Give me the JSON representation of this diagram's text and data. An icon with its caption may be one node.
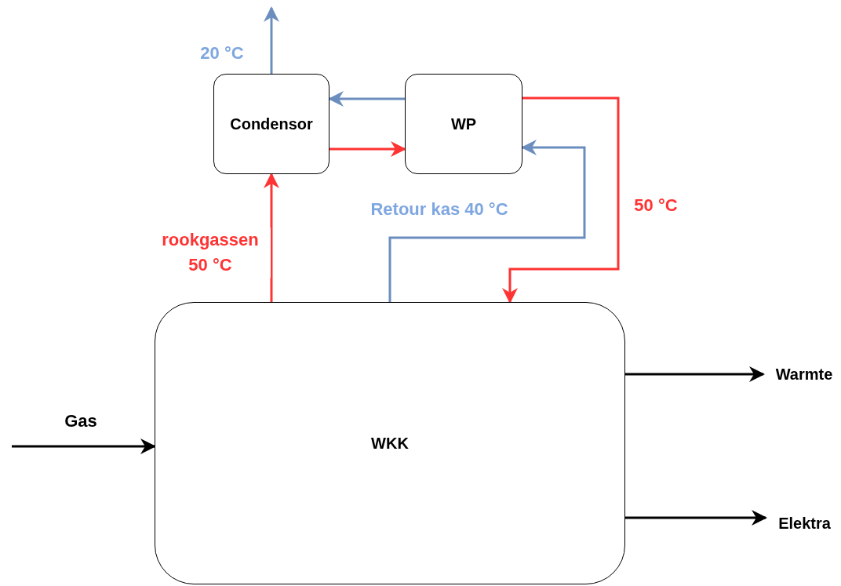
{
  "diagram": {
    "nodes": [
      {
        "text": [
          "Condensor"
        ]
      },
      {
        "text": [
          "WP"
        ]
      },
      {
        "text": [
          "WKK"
        ]
      },
      {
        "text": [
          "Warmte"
        ]
      },
      {
        "text": [
          "Elektra"
        ]
      }
    ],
    "edges": [
      {
        "from": 0,
        "to": null,
        "arrow": "to",
        "label": "20 °C",
        "color": "#6c8ebf"
      },
      {
        "from": 1,
        "to": 0,
        "arrow": "to",
        "color": "#6c8ebf"
      },
      {
        "from": 0,
        "to": 1,
        "arrow": "to",
        "color": "#ff3333"
      },
      {
        "from": 2,
        "to": 0,
        "arrow": "to",
        "label": "rookgassen 50 °C",
        "color": "#ff3333"
      },
      {
        "from": 2,
        "to": 1,
        "arrow": "to",
        "label": "Retour kas 40 °C",
        "color": "#6c8ebf"
      },
      {
        "from": 1,
        "to": 2,
        "arrow": "to",
        "label": "50 °C",
        "color": "#ff3333"
      },
      {
        "from": null,
        "to": 2,
        "arrow": "to",
        "label": "Gas",
        "color": "#000000"
      },
      {
        "from": 2,
        "to": 3,
        "arrow": "to",
        "color": "#000000"
      },
      {
        "from": 2,
        "to": 4,
        "arrow": "to",
        "color": "#000000"
      }
    ]
  }
}
